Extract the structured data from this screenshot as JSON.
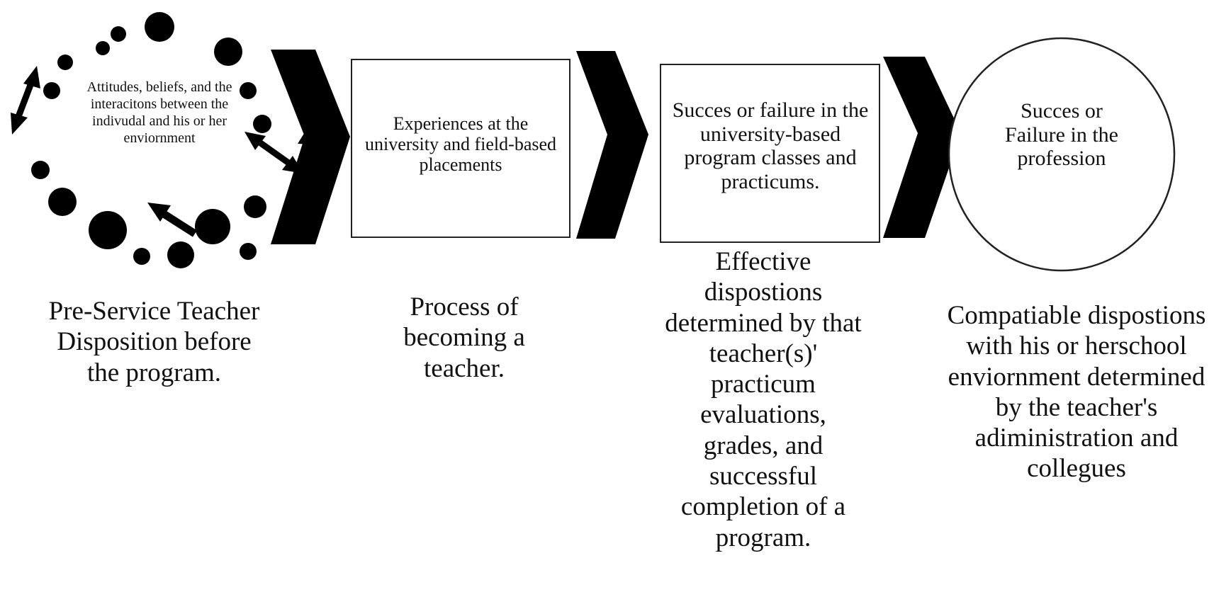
{
  "diagram": {
    "stage1": {
      "inner_text": "Attitudes, beliefs, and the   interacitons between the indivudal and his or her enviornment",
      "caption": "Pre-Service Teacher Disposition before the program."
    },
    "stage2": {
      "inner_text": "Experiences at the university and field-based placements",
      "caption": "Process of becoming a teacher."
    },
    "stage3": {
      "inner_text": "Succes or failure in the university-based program classes and practicums.",
      "caption": "Effective dispostions determined  by that teacher(s)' practicum evaluations, grades, and successful completion of a program."
    },
    "stage4": {
      "inner_text": "Succes or Failure in the profession",
      "caption": "Compatiable dispostions with his or herschool enviornment determined by the teacher's adiministration and collegues"
    }
  },
  "colors": {
    "shape_fill": "#000000",
    "box_stroke": "#222222",
    "background": "#ffffff"
  }
}
